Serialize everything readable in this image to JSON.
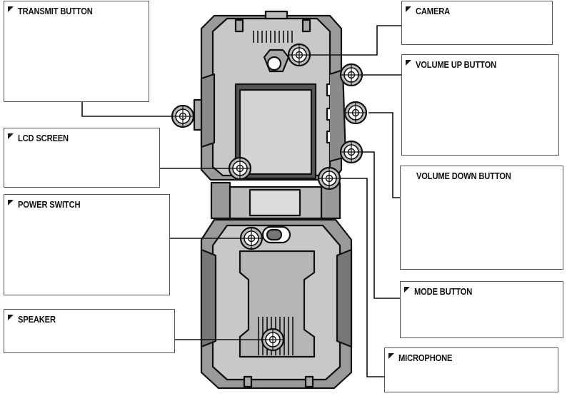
{
  "labels": {
    "transmit": "TRANSMIT BUTTON",
    "lcd": "LCD SCREEN",
    "power": "POWER SWITCH",
    "speaker": "SPEAKER",
    "camera": "CAMERA",
    "volume_up": "VOLUME UP BUTTON",
    "volume_down": "VOLUME DOWN BUTTON",
    "mode": "MODE BUTTON",
    "microphone": "MICROPHONE"
  },
  "icons": {
    "callout_flag": "triangle-flag-icon",
    "marker": "crosshair-target-icon"
  }
}
